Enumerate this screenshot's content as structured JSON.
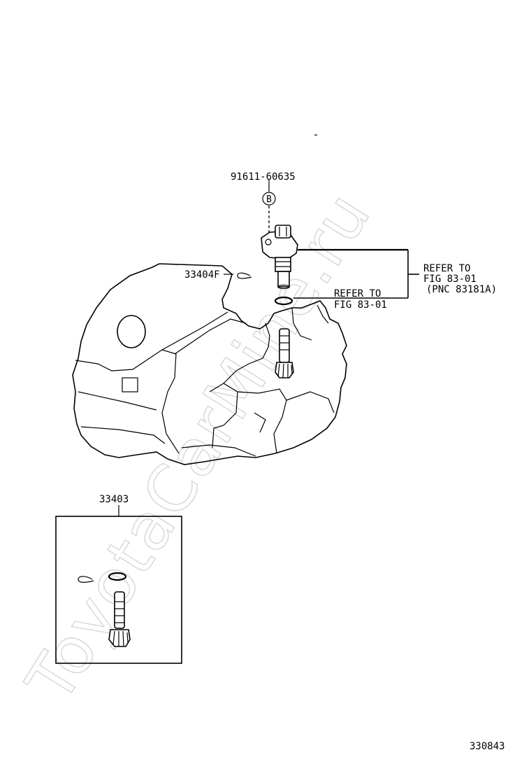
{
  "watermark": "ToyotaCarMine.ru",
  "labels": {
    "bolt_part_no": "91611-60635",
    "bolt_callout": "B",
    "oring_part_no": "33404F",
    "refer_a_line1": "REFER TO",
    "refer_a_line2": "FIG 83-01",
    "refer_a_line3": "(PNC 83181A)",
    "refer_b_line1": "REFER TO",
    "refer_b_line2": "FIG 83-01",
    "kit_part_no": "33403",
    "figure_id": "330843"
  }
}
